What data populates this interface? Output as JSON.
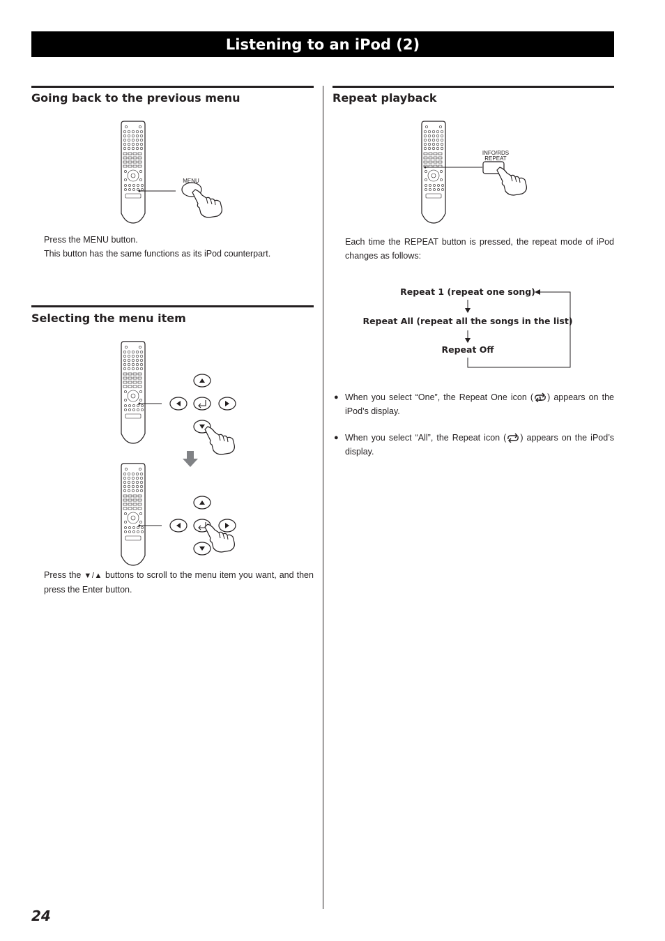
{
  "page": {
    "title": "Listening to an iPod (2)",
    "page_number": "24"
  },
  "left": {
    "section1": {
      "heading": "Going back to the previous menu",
      "illustration_label": "MENU",
      "lines": [
        "Press the MENU button.",
        "This button has the same functions as its iPod counterpart."
      ]
    },
    "section2": {
      "heading": "Selecting the menu item",
      "text_pre": "Press the",
      "text_arrows": "▼/▲",
      "text_post": "buttons to scroll to the menu item you want, and then press the Enter button."
    }
  },
  "right": {
    "heading": "Repeat playback",
    "illustration_label_top": "INFO/RDS",
    "illustration_label_bottom": "REPEAT",
    "intro": "Each time the REPEAT button is pressed, the repeat mode of iPod changes as follows:",
    "cycle": [
      "Repeat 1 (repeat one song)",
      "Repeat All (repeat all the songs in the list)",
      "Repeat Off"
    ],
    "bullets": [
      {
        "pre": "When you select “One”, the Repeat One icon (",
        "post": ") appears on the iPod’s display.",
        "icon": "repeat-one-icon"
      },
      {
        "pre": "When you select “All”, the Repeat icon (",
        "post": ") appears on the iPod’s display.",
        "icon": "repeat-icon"
      }
    ]
  }
}
